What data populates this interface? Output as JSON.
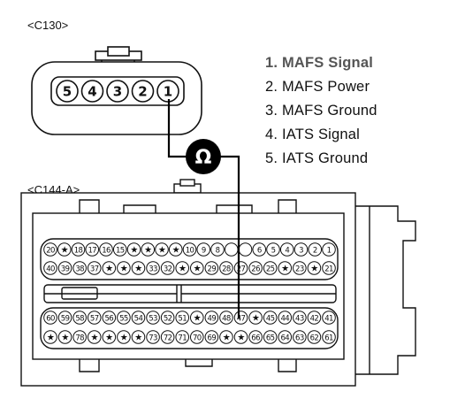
{
  "connector_c130_label": "<C130>",
  "connector_c144_label": "<C144-A>",
  "meter_symbol": "Ω",
  "c130_pins": [
    "5",
    "4",
    "3",
    "2",
    "1"
  ],
  "legend": [
    {
      "text": "1. MAFS Signal",
      "active": true
    },
    {
      "text": "2. MAFS Power",
      "active": false
    },
    {
      "text": "3. MAFS Ground",
      "active": false
    },
    {
      "text": "4. IATS Signal",
      "active": false
    },
    {
      "text": "5. IATS Ground",
      "active": false
    }
  ],
  "c144_rows": [
    [
      "20",
      "★",
      "18",
      "17",
      "16",
      "15",
      "★",
      "★",
      "★",
      "★",
      "10",
      "9",
      "8",
      "",
      "",
      "6",
      "5",
      "4",
      "3",
      "2",
      "1"
    ],
    [
      "40",
      "39",
      "38",
      "37",
      "★",
      "★",
      "★",
      "33",
      "32",
      "★",
      "★",
      "29",
      "28",
      "27",
      "26",
      "25",
      "★",
      "23",
      "★",
      "21"
    ],
    [
      "60",
      "59",
      "58",
      "57",
      "56",
      "55",
      "54",
      "53",
      "52",
      "51",
      "★",
      "49",
      "48",
      "47",
      "★",
      "45",
      "44",
      "43",
      "42",
      "41"
    ],
    [
      "★",
      "★",
      "78",
      "★",
      "★",
      "★",
      "★",
      "73",
      "72",
      "71",
      "70",
      "69",
      "★",
      "★",
      "66",
      "65",
      "64",
      "63",
      "62",
      "61"
    ]
  ],
  "colors": {
    "ink": "#111111",
    "highlight": "#555555",
    "probe": "#000000"
  }
}
